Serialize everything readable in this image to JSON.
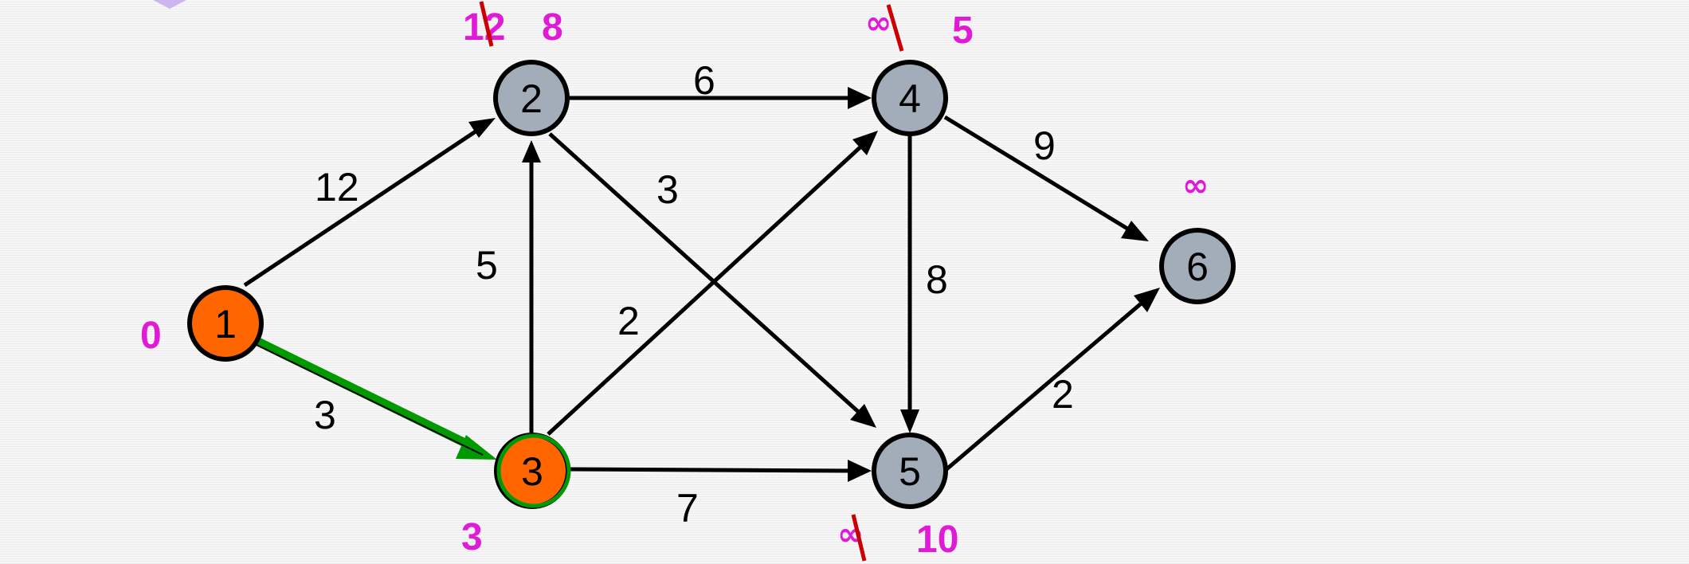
{
  "colors": {
    "node_unvisited": "#a3adb9",
    "node_visited": "#ff6600",
    "edge": "#000000",
    "edge_selected": "#009900",
    "distance_text": "#e01ad7",
    "strike": "#cc0000"
  },
  "nodes": [
    {
      "id": "1",
      "label": "1",
      "state": "visited"
    },
    {
      "id": "2",
      "label": "2",
      "state": "unvisited"
    },
    {
      "id": "3",
      "label": "3",
      "state": "visited",
      "selected": true
    },
    {
      "id": "4",
      "label": "4",
      "state": "unvisited"
    },
    {
      "id": "5",
      "label": "5",
      "state": "unvisited"
    },
    {
      "id": "6",
      "label": "6",
      "state": "unvisited"
    }
  ],
  "edges": [
    {
      "from": "1",
      "to": "2",
      "weight": "12"
    },
    {
      "from": "1",
      "to": "3",
      "weight": "3",
      "selected": true
    },
    {
      "from": "3",
      "to": "2",
      "weight": "5"
    },
    {
      "from": "2",
      "to": "4",
      "weight": "6"
    },
    {
      "from": "2",
      "to": "5",
      "weight": "3"
    },
    {
      "from": "3",
      "to": "4",
      "weight": "2"
    },
    {
      "from": "3",
      "to": "5",
      "weight": "7"
    },
    {
      "from": "4",
      "to": "5",
      "weight": "8"
    },
    {
      "from": "4",
      "to": "6",
      "weight": "9"
    },
    {
      "from": "5",
      "to": "6",
      "weight": "2"
    }
  ],
  "distances": {
    "n1": {
      "current": "0"
    },
    "n2": {
      "old": "12",
      "current": "8"
    },
    "n3": {
      "current": "3"
    },
    "n4": {
      "old": "∞",
      "current": "5"
    },
    "n5": {
      "old": "∞",
      "current": "10"
    },
    "n6": {
      "current": "∞"
    }
  }
}
